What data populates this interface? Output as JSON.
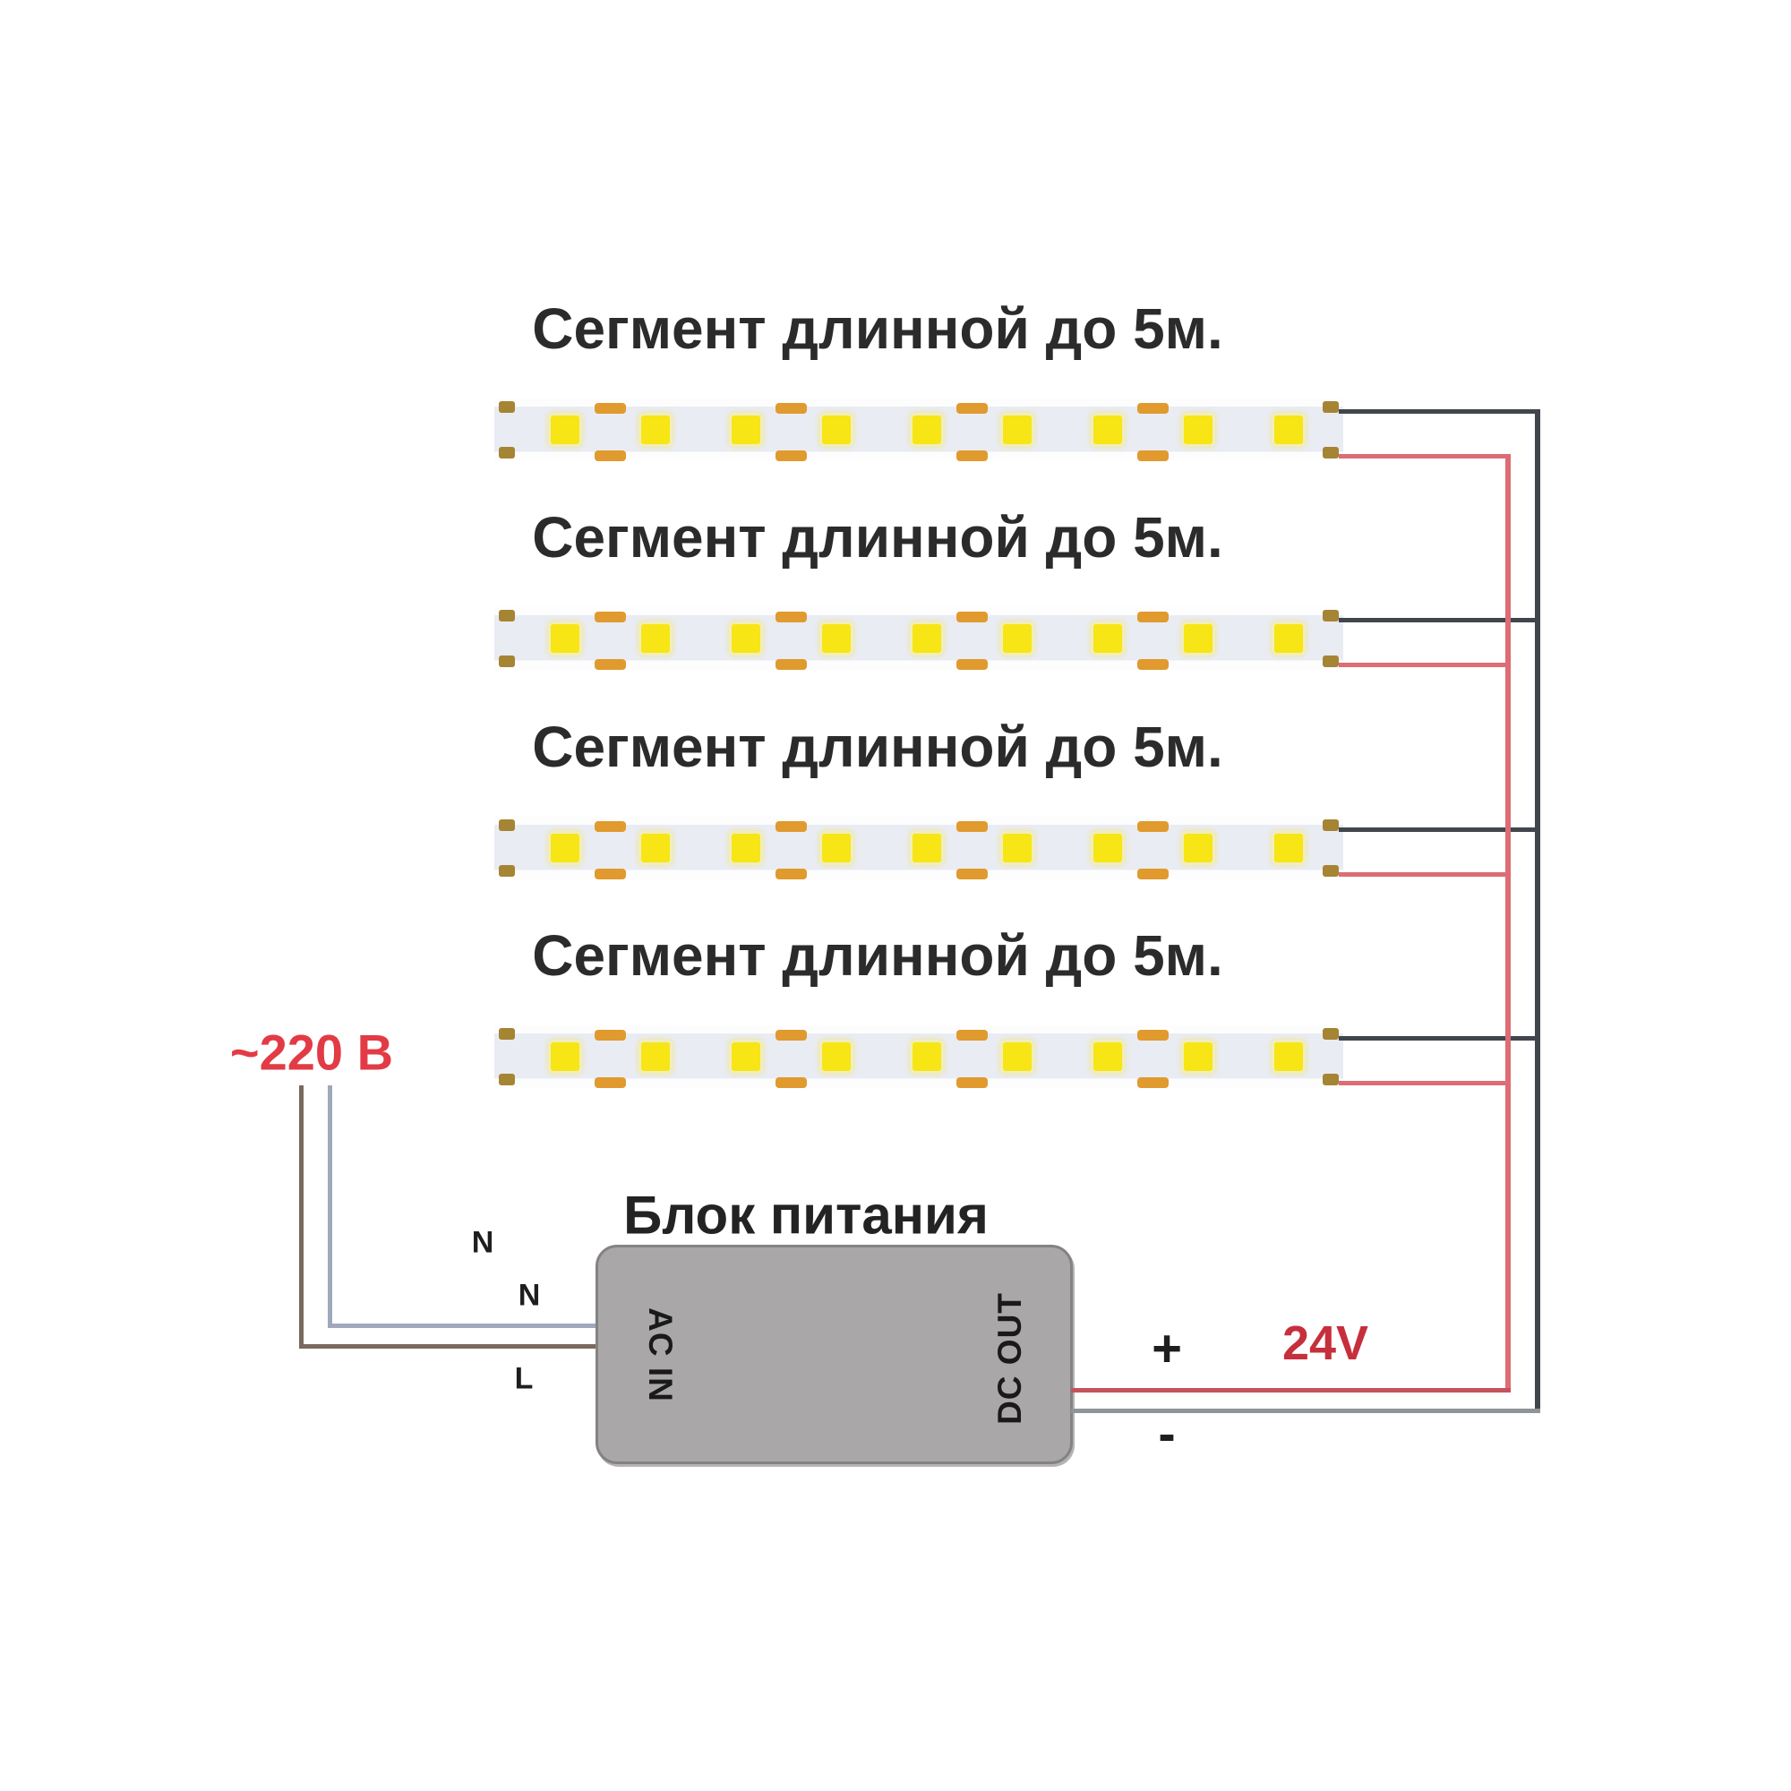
{
  "segments": [
    {
      "label": "Сегмент длинной до 5м."
    },
    {
      "label": "Сегмент длинной до 5м."
    },
    {
      "label": "Сегмент длинной до 5м."
    },
    {
      "label": "Сегмент длинной до 5м."
    }
  ],
  "power_supply": {
    "title": "Блок питания",
    "input_port_label": "AC IN",
    "output_port_label": "DC OUT"
  },
  "ac_input": {
    "voltage_label": "~220 В",
    "wire_labels": [
      "N",
      "N",
      "L"
    ]
  },
  "dc_output": {
    "plus_label": "+",
    "minus_label": "-",
    "voltage_label": "24V"
  },
  "colors": {
    "led_yellow": "#f8e515",
    "pad_orange": "#a58434",
    "bar_orange": "#e09a2e",
    "wire_positive": "#dd6c75",
    "wire_negative": "#41454c",
    "wire_neutral": "#a0a8bb",
    "wire_line": "#7b695f",
    "wire_dc_positive": "#c5535d",
    "wire_dc_negative": "#8f949b",
    "psu_fill": "#a9a7a8",
    "psu_border": "#848283",
    "red_220": "#e23b45",
    "red_24v": "#c62f3c"
  }
}
